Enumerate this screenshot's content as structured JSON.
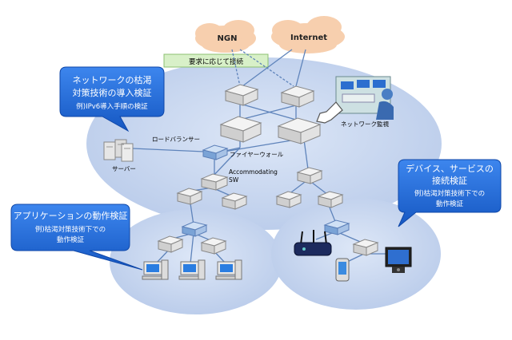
{
  "clouds": {
    "ngn": "NGN",
    "internet": "Internet"
  },
  "connect_on_demand": "要求に応じて接続",
  "callouts": {
    "network": {
      "line1": "ネットワークの枯渇",
      "line2": "対策技術の導入検証",
      "line3": "例)IPv6導入手順の検証"
    },
    "device": {
      "line1": "デバイス、サービスの",
      "line2": "接続検証",
      "line3": "例)枯渇対策技術下での",
      "line4": "動作検証"
    },
    "app": {
      "line1": "アプリケーションの動作検証",
      "line2": "例)枯渇対策技術下での",
      "line3": "動作検証"
    }
  },
  "labels": {
    "load_balancer": "ロードバランサー",
    "firewall": "ファイヤーウォール",
    "accommodating": "Accommodating",
    "sw": "SW",
    "servers": "サーバー",
    "monitoring": "ネットワーク監視"
  },
  "colors": {
    "ellipse": "#c5d5ee",
    "callout": "#1f6bd6",
    "cloud": "#f8d3b3",
    "line": "#6a8cc0"
  }
}
